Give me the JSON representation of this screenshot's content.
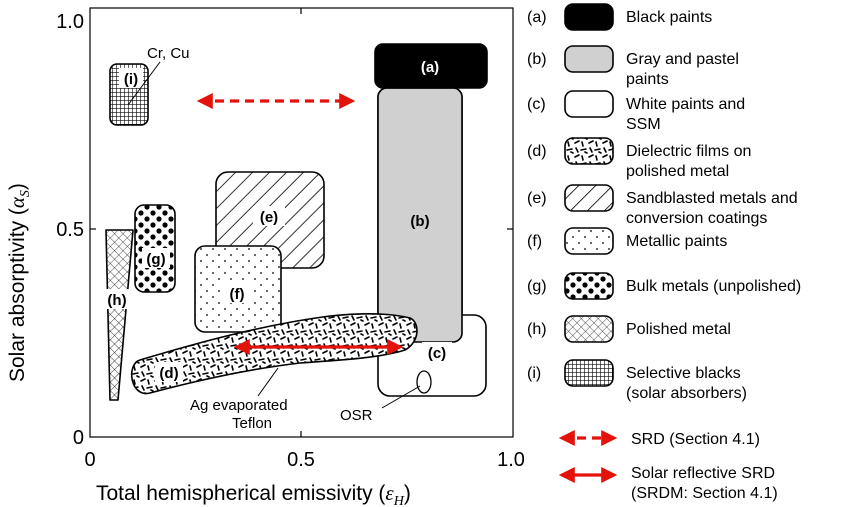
{
  "chart_data": {
    "type": "diagram",
    "x_axis": {
      "label_text": "Total hemispherical emissivity (",
      "label_symbol": "ε",
      "label_sub": "H",
      "label_close": ")",
      "ticks": [
        "0",
        "0.5",
        "1.0"
      ],
      "range": [
        0,
        1.0
      ]
    },
    "y_axis": {
      "label_text": "Solar absorptivity (",
      "label_symbol": "α",
      "label_sub": "S",
      "label_close": ")",
      "ticks": [
        "0",
        "0.5",
        "1.0"
      ],
      "range": [
        0,
        1.0
      ]
    },
    "regions": {
      "a": {
        "tag": "(a)",
        "eps": [
          0.69,
          0.94
        ],
        "alpha": [
          0.86,
          0.95
        ]
      },
      "b": {
        "tag": "(b)",
        "eps": [
          0.69,
          0.88
        ],
        "alpha": [
          0.26,
          0.84
        ]
      },
      "c": {
        "tag": "(c)",
        "eps": [
          0.69,
          0.94
        ],
        "alpha": [
          0.1,
          0.3
        ]
      },
      "e": {
        "tag": "(e)",
        "eps": [
          0.3,
          0.55
        ],
        "alpha": [
          0.41,
          0.65
        ]
      },
      "f": {
        "tag": "(f)",
        "eps": [
          0.24,
          0.44
        ],
        "alpha": [
          0.25,
          0.46
        ]
      },
      "g": {
        "tag": "(g)",
        "eps": [
          0.1,
          0.2
        ],
        "alpha": [
          0.35,
          0.57
        ]
      },
      "h": {
        "tag": "(h)"
      },
      "i": {
        "tag": "(i)",
        "eps": [
          0.04,
          0.13
        ],
        "alpha": [
          0.76,
          0.92
        ]
      },
      "d": {
        "tag": "(d)"
      }
    },
    "annotations": {
      "cr_cu": "Cr, Cu",
      "ag_line1": "Ag evaporated",
      "ag_line2": "Teflon",
      "osr": "OSR"
    },
    "legend": [
      {
        "tag": "(a)",
        "pattern": "black",
        "lines": [
          "Black paints"
        ]
      },
      {
        "tag": "(b)",
        "pattern": "gray",
        "lines": [
          "Gray and pastel",
          "paints"
        ]
      },
      {
        "tag": "(c)",
        "pattern": "white",
        "lines": [
          "White paints and",
          "SSM"
        ]
      },
      {
        "tag": "(d)",
        "pattern": "dashes",
        "lines": [
          "Dielectric films on",
          "polished metal"
        ]
      },
      {
        "tag": "(e)",
        "pattern": "hatch",
        "lines": [
          "Sandblasted metals and",
          "conversion coatings"
        ]
      },
      {
        "tag": "(f)",
        "pattern": "dots",
        "lines": [
          "Metallic paints"
        ]
      },
      {
        "tag": "(g)",
        "pattern": "bigdots",
        "lines": [
          "Bulk metals (unpolished)"
        ]
      },
      {
        "tag": "(h)",
        "pattern": "cross",
        "lines": [
          "Polished metal"
        ]
      },
      {
        "tag": "(i)",
        "pattern": "grid",
        "lines": [
          "Selective blacks",
          "(solar absorbers)"
        ]
      }
    ],
    "arrow_legend": [
      {
        "style": "dashed",
        "lines": [
          "SRD (Section 4.1)"
        ]
      },
      {
        "style": "solid",
        "lines": [
          "Solar reflective SRD",
          "(SRDM: Section 4.1)"
        ]
      }
    ],
    "colors": {
      "arrow": "#e3120b",
      "gray_fill": "#d0d0d0",
      "black_fill": "#000000"
    }
  }
}
